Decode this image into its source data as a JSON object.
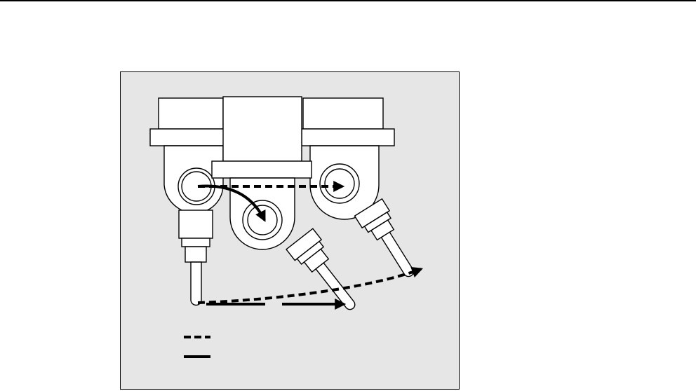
{
  "colors": {
    "background": "#ffffff",
    "panel_fill": "#e6e6e6",
    "line": "#000000",
    "part_fill": "#ffffff"
  },
  "diagram": {
    "heads": [
      "head-left",
      "head-center",
      "head-right"
    ],
    "legend": [
      {
        "style": "dashed",
        "label": ""
      },
      {
        "style": "solid",
        "label": ""
      }
    ]
  }
}
